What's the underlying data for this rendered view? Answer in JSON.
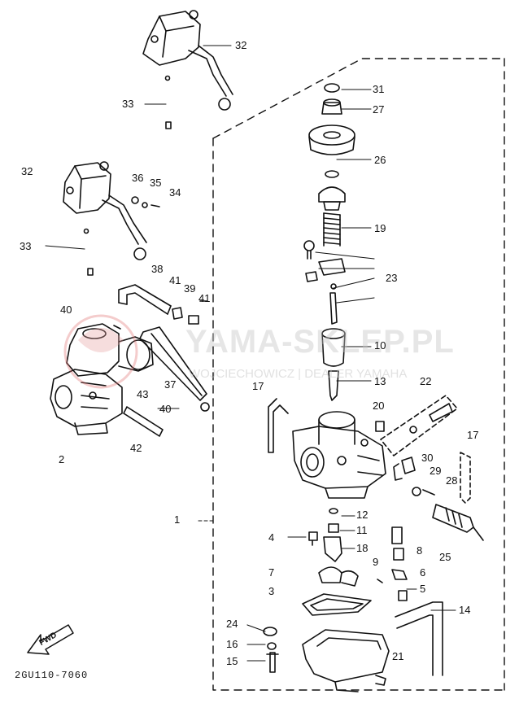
{
  "diagram": {
    "watermark": {
      "text": "YAMA-SKLEP.PL",
      "subtext": "WOJCIECHOWICZ | DEALER YAMAHA",
      "color": "#d0d0d0",
      "logo_color": "#e8a0a0"
    },
    "part_code": "2GU110-7060",
    "fwd_label": "FWD",
    "callouts": [
      "32",
      "33",
      "32",
      "36",
      "35",
      "34",
      "33",
      "38",
      "41",
      "39",
      "41",
      "40",
      "37",
      "43",
      "40",
      "42",
      "2",
      "17",
      "31",
      "27",
      "26",
      "19",
      "23",
      "10",
      "13",
      "20",
      "22",
      "17",
      "30",
      "29",
      "28",
      "1",
      "12",
      "11",
      "4",
      "18",
      "8",
      "9",
      "6",
      "25",
      "7",
      "5",
      "3",
      "14",
      "24",
      "16",
      "15",
      "21"
    ]
  }
}
